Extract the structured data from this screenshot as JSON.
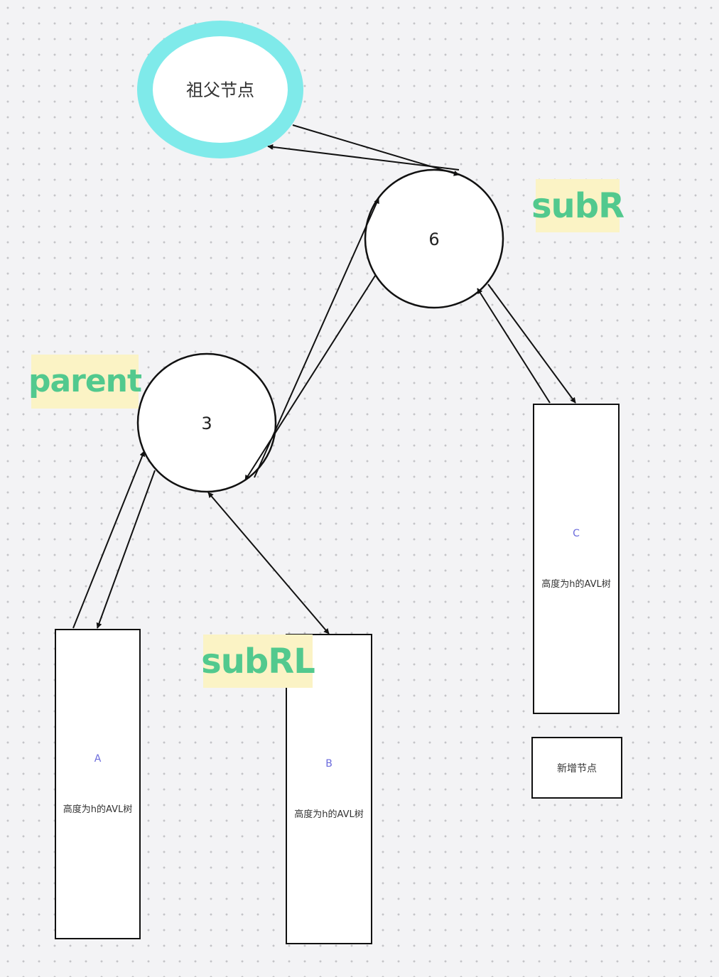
{
  "nodes": {
    "grandparent": {
      "label": "祖父节点",
      "ring_color": "#7feaea"
    },
    "sub_r_node": {
      "label": "6"
    },
    "parent_node": {
      "label": "3"
    }
  },
  "tags": {
    "subr": "subR",
    "parent": "parent",
    "subrl": "subRL",
    "tag_background": "#fbf3c5",
    "tag_text_color": "#52c98e"
  },
  "subtrees": {
    "a": {
      "letter": "A",
      "desc": "高度为h的AVL树"
    },
    "b": {
      "letter": "B",
      "desc": "高度为h的AVL树"
    },
    "c": {
      "letter": "C",
      "desc": "高度为h的AVL树"
    },
    "new_node": {
      "label": "新增节点"
    }
  }
}
